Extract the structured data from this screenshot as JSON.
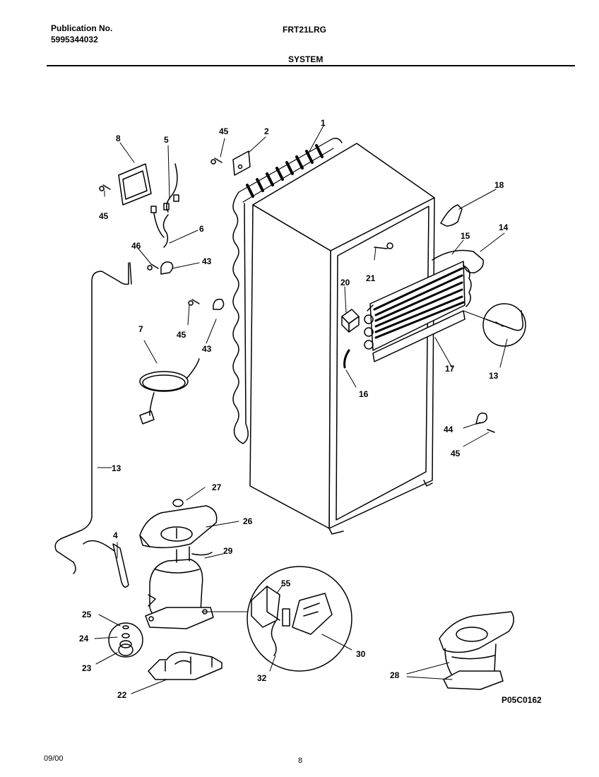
{
  "header": {
    "publication_label": "Publication No.",
    "publication_number": "5995344032",
    "model": "FRT21LRG",
    "section": "SYSTEM"
  },
  "footer": {
    "date": "09/00",
    "page": "8"
  },
  "figure_code": "P05C0162",
  "callouts": {
    "c1": "1",
    "c2": "2",
    "c4": "4",
    "c5": "5",
    "c6": "6",
    "c7": "7",
    "c8": "8",
    "c13a": "13",
    "c13b": "13",
    "c14": "14",
    "c15": "15",
    "c16": "16",
    "c17": "17",
    "c18": "18",
    "c20": "20",
    "c21": "21",
    "c22": "22",
    "c23": "23",
    "c24": "24",
    "c25": "25",
    "c26": "26",
    "c27": "27",
    "c28": "28",
    "c29": "29",
    "c30": "30",
    "c32": "32",
    "c43a": "43",
    "c43b": "43",
    "c44": "44",
    "c45a": "45",
    "c45b": "45",
    "c45c": "45",
    "c45d": "45",
    "c46": "46",
    "c55": "55"
  }
}
